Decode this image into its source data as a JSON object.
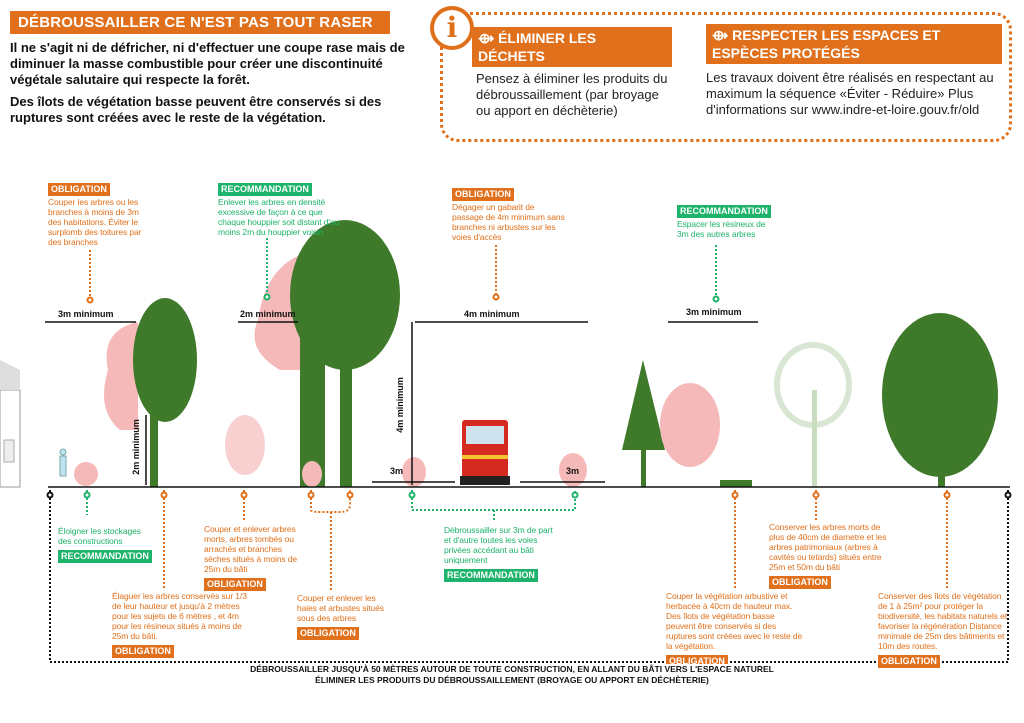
{
  "header": {
    "title": "DÉBROUSSAILLER CE N'EST PAS TOUT RASER",
    "paragraph1": "Il ne s'agit ni de défricher, ni d'effectuer une coupe rase mais de diminuer la masse combustible pour créer une discontinuité végétale salutaire qui respecte la forêt.",
    "paragraph2": "Des îlots de végétation basse peuvent être conservés si des ruptures sont créées avec le reste de la végétation."
  },
  "info": {
    "icon": "info-icon",
    "block1": {
      "label": "ÉLIMINER LES DÉCHETS",
      "text": "Pensez à éliminer les produits du débroussaillement (par broyage ou apport en déchèterie)"
    },
    "block2": {
      "label": "RESPECTER LES ESPACES ET ESPÈCES PROTÉGÉS",
      "text": "Les travaux doivent être réalisés en respectant au maximum la séquence «Éviter - Réduire» Plus d'informations sur www.indre-et-loire.gouv.fr/old"
    }
  },
  "top_notes": [
    {
      "badge": "OBLIGATION",
      "text": "Couper les arbres ou les branches à moins de 3m des habitations. Éviter le surplomb des toitures par des branches"
    },
    {
      "badge": "RECOMMANDATION",
      "text": "Enlever les arbres en densité excessive de façon à ce que chaque houppier soit distant d'au moins 2m du houppier voisin"
    },
    {
      "badge": "OBLIGATION",
      "text": "Dégager un gabarit de passage de 4m minimum sans branches ni arbustes sur les voies d'accès"
    },
    {
      "badge": "RECOMMANDATION",
      "text": "Espacer les résineux de 3m des autres arbres"
    }
  ],
  "dimensions": {
    "d1": "3m minimum",
    "d2": "2m minimum",
    "d3": "4m minimum",
    "d4": "3m minimum",
    "v1": "2m minimum",
    "v2": "4m minimum",
    "r1": "3m",
    "r2": "3m"
  },
  "bottom_notes": [
    {
      "badge": "RECOMMANDATION",
      "text": "Éloigner les stockages des constructions"
    },
    {
      "badge": "OBLIGATION",
      "text": "Élaguer les arbres conservés sur 1/3 de leur hauteur et jusqu'à 2 mètres pour les sujets de 6 mètres , et 4m pour les résineux situés à moins de 25m du bâti."
    },
    {
      "badge": "OBLIGATION",
      "text": "Couper et enlever arbres morts, arbres tombés ou arrachés et branches sèches situés à moins de 25m du bâti"
    },
    {
      "badge": "OBLIGATION",
      "text": "Couper et enlever les haies et arbustes situés sous des arbres"
    },
    {
      "badge": "RECOMMANDATION",
      "text": "Débroussailler sur 3m de part et d'autre toutes les voies privées accédant au bâti uniquement"
    },
    {
      "badge": "OBLIGATION",
      "text": "Couper la végétation arbustive et herbacée à 40cm de hauteur max. Des îlots de végétation basse peuvent être conservés si des ruptures sont créées avec le reste de la végétation."
    },
    {
      "badge": "OBLIGATION",
      "text": "Conserver les arbres morts de plus de 40cm de diametre et les arbres patrimoniaux (arbres à cavités ou tetards) situés entre 25m et 50m du bâti"
    },
    {
      "badge": "OBLIGATION",
      "text": "Conserver des îlots de végétation de 1 à 25m² pour protéger la biodiversité, les habitats naturels et favoriser la régénération Distance minimale de 25m des bâtiments et 10m des routes."
    }
  ],
  "footer": {
    "line1": "DÉBROUSSAILLER JUSQU'À 50 MÈTRES AUTOUR DE TOUTE CONSTRUCTION, EN ALLANT DU BÂTI VERS L'ESPACE NATUREL",
    "line2": "ÉLIMINER LES PRODUITS DU DÉBROUSSAILLEMENT (BROYAGE OU APPORT EN DÉCHÈTERIE)"
  },
  "colors": {
    "orange": "#e0701b",
    "green": "#1db36a",
    "tree": "#3f7a2a",
    "pink": "#f6b9b9"
  }
}
